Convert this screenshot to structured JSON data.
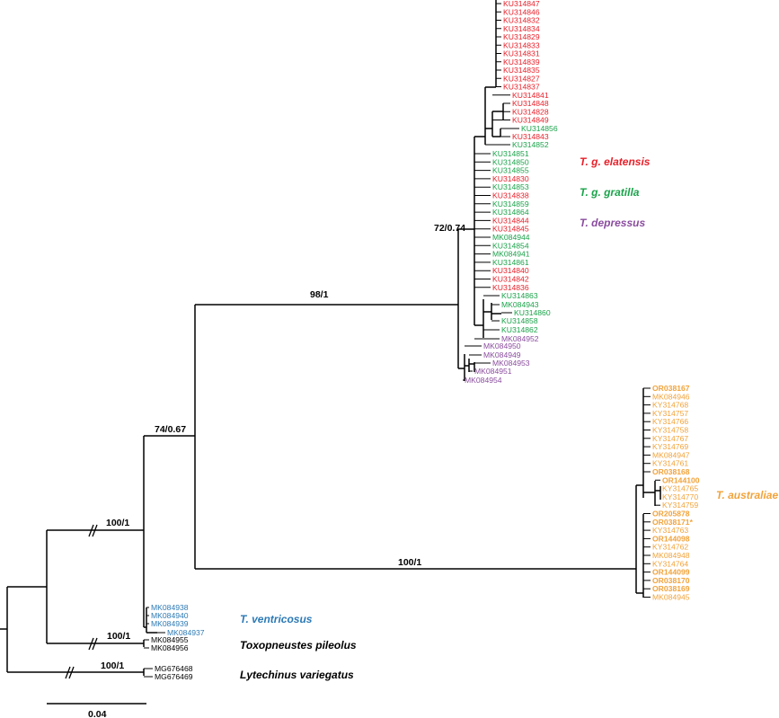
{
  "colors": {
    "elatensis": "#e8202a",
    "gratilla": "#1aa34a",
    "depressus": "#8a4c9e",
    "australiae": "#f2a33a",
    "ventricosus": "#2b79b5",
    "outgroup": "#000000"
  },
  "tips": {
    "elatensis_top": [
      "KU314847",
      "KU314846",
      "KU314832",
      "KU314834",
      "KU314829",
      "KU314833",
      "KU314831",
      "KU314839",
      "KU314835",
      "KU314827",
      "KU314837",
      "KU314841",
      "KU314848",
      "KU314828",
      "KU314849"
    ],
    "g1": "KU314856",
    "r2": "KU314843",
    "g2": "KU314852",
    "mixed": [
      {
        "id": "KU314851",
        "c": "gratilla"
      },
      {
        "id": "KU314850",
        "c": "gratilla"
      },
      {
        "id": "KU314855",
        "c": "gratilla"
      },
      {
        "id": "KU314830",
        "c": "elatensis"
      },
      {
        "id": "KU314853",
        "c": "gratilla"
      },
      {
        "id": "KU314838",
        "c": "elatensis"
      },
      {
        "id": "KU314859",
        "c": "gratilla"
      },
      {
        "id": "KU314864",
        "c": "gratilla"
      },
      {
        "id": "KU314844",
        "c": "elatensis"
      },
      {
        "id": "KU314845",
        "c": "elatensis"
      },
      {
        "id": "MK084944",
        "c": "gratilla"
      },
      {
        "id": "KU314854",
        "c": "gratilla"
      },
      {
        "id": "MK084941",
        "c": "gratilla"
      },
      {
        "id": "KU314861",
        "c": "gratilla"
      },
      {
        "id": "KU314840",
        "c": "elatensis"
      },
      {
        "id": "KU314842",
        "c": "elatensis"
      },
      {
        "id": "KU314836",
        "c": "elatensis"
      }
    ],
    "sub": [
      "KU314863",
      "MK084943",
      "KU314860",
      "KU314858",
      "KU314862"
    ],
    "purple_in": "MK084952",
    "depressus": [
      "MK084950",
      "MK084949",
      "MK084953",
      "MK084951",
      "MK084954"
    ],
    "australiae": [
      {
        "id": "OR038167",
        "b": true
      },
      {
        "id": "MK084946",
        "b": false
      },
      {
        "id": "KY314768",
        "b": false
      },
      {
        "id": "KY314757",
        "b": false
      },
      {
        "id": "KY314766",
        "b": false
      },
      {
        "id": "KY314758",
        "b": false
      },
      {
        "id": "KY314767",
        "b": false
      },
      {
        "id": "KY314769",
        "b": false
      },
      {
        "id": "MK084947",
        "b": false
      },
      {
        "id": "KY314761",
        "b": false
      },
      {
        "id": "OR038168",
        "b": true
      },
      {
        "id": "OR144100",
        "b": true
      },
      {
        "id": "KY314765",
        "b": false
      },
      {
        "id": "KY314770",
        "b": false
      },
      {
        "id": "KY314759",
        "b": false
      },
      {
        "id": "OR205878",
        "b": true
      },
      {
        "id": "OR038171*",
        "b": true
      },
      {
        "id": "KY314763",
        "b": false
      },
      {
        "id": "OR144098",
        "b": true
      },
      {
        "id": "KY314762",
        "b": false
      },
      {
        "id": "MK084948",
        "b": false
      },
      {
        "id": "KY314764",
        "b": false
      },
      {
        "id": "OR144099",
        "b": true
      },
      {
        "id": "OR038170",
        "b": true
      },
      {
        "id": "OR038169",
        "b": true
      },
      {
        "id": "MK084945",
        "b": false
      }
    ],
    "ventricosus": [
      "MK084938",
      "MK084940",
      "MK084939",
      "MK084937"
    ],
    "pileolus": [
      "MK084955",
      "MK084956"
    ],
    "lytechinus": [
      "MG676468",
      "MG676469"
    ]
  },
  "support": {
    "gratilla_group": "98/1",
    "inner": "72/0.74",
    "ingroup": "74/0.67",
    "australiae": "100/1",
    "tripneustes": "100/1",
    "pileolus": "100/1",
    "lytechinus": "100/1"
  },
  "clades": {
    "elatensis": "T. g. elatensis",
    "gratilla": "T. g. gratilla",
    "depressus": "T. depressus",
    "australiae": "T. australiae",
    "ventricosus": "T. ventricosus",
    "pileolus": "Toxopneustes pileolus",
    "lytechinus": "Lytechinus variegatus"
  },
  "scale": {
    "label": "0.04",
    "value": 0.04
  }
}
